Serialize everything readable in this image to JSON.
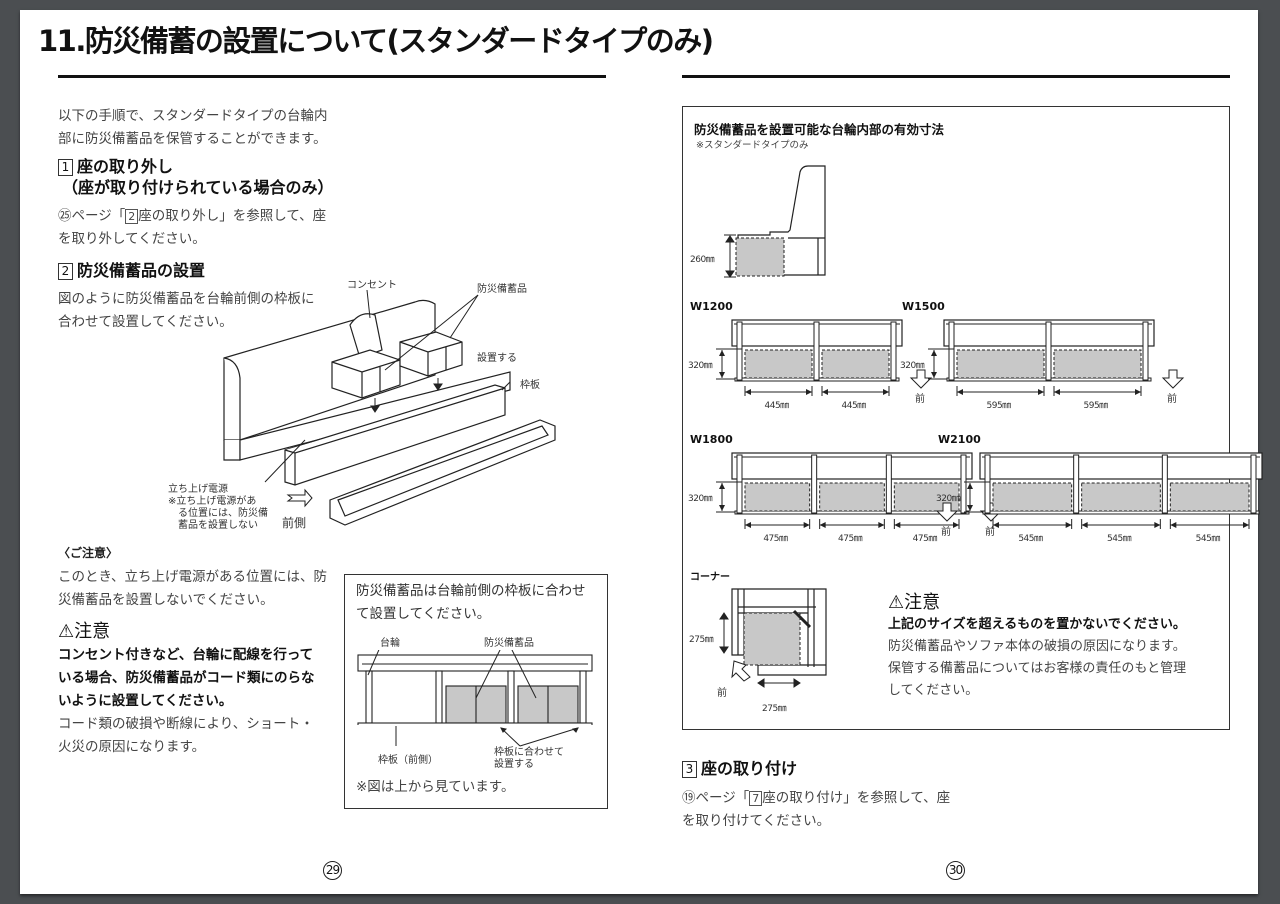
{
  "left_page": {
    "title": "11.防災備蓄の設置について(スタンダードタイプのみ)",
    "intro": [
      "以下の手順で、スタンダードタイプの台輪内",
      "部に防災備蓄品を保管することができます。"
    ],
    "step1": {
      "number": "1",
      "heading_line1": "座の取り外し",
      "heading_line2": "（座が取り付けられている場合のみ）",
      "body_line1_prefix": "㉕ページ「",
      "body_line1_ref": "2",
      "body_line1_suffix": "座の取り外し」を参照して、座",
      "body_line2": "を取り外してください。"
    },
    "step2": {
      "number": "2",
      "heading": "防災備蓄品の設置",
      "body": [
        "図のように防災備蓄品を台輪前側の枠板に",
        "合わせて設置してください。"
      ]
    },
    "illustration_labels": {
      "outlet": "コンセント",
      "supplies": "防災備蓄品",
      "install": "設置する",
      "frame_board": "枠板",
      "power_riser": "立ち上げ電源",
      "power_riser_note": [
        "※立ち上げ電源があ",
        "る位置には、防災備",
        "蓄品を設置しない"
      ],
      "front_side": "前側"
    },
    "notice": {
      "heading": "〈ご注意〉",
      "body": [
        "このとき、立ち上げ電源がある位置には、防",
        "災備蓄品を設置しないでください。"
      ]
    },
    "caution": {
      "heading": "⚠注意",
      "bold": [
        "コンセント付きなど、台輪に配線を行って",
        "いる場合、防災備蓄品がコード類にのらな",
        "いように設置してください。"
      ],
      "body": [
        "コード類の破損や断線により、ショート・",
        "火災の原因になります。"
      ]
    },
    "topview_box": {
      "text": [
        "防災備蓄品は台輪前側の枠板に合わせ",
        "て設置してください。"
      ],
      "label_base": "台輪",
      "label_supplies": "防災備蓄品",
      "label_front_board": "枠板（前側）",
      "label_align": [
        "枠板に合わせて",
        "設置する"
      ],
      "note": "※図は上から見ています。"
    },
    "page_number": "29"
  },
  "right_page": {
    "dimensions_box": {
      "title": "防災備蓄品を設置可能な台輪内部の有効寸法",
      "subtitle": "※スタンダードタイプのみ",
      "side_height": "260㎜",
      "front_label": "前",
      "models": [
        {
          "name": "W1200",
          "height": "320㎜",
          "widths": [
            "445㎜",
            "445㎜"
          ]
        },
        {
          "name": "W1500",
          "height": "320㎜",
          "widths": [
            "595㎜",
            "595㎜"
          ]
        },
        {
          "name": "W1800",
          "height": "320㎜",
          "widths": [
            "475㎜",
            "475㎜",
            "475㎜"
          ]
        },
        {
          "name": "W2100",
          "height": "320㎜",
          "widths": [
            "545㎜",
            "545㎜",
            "545㎜"
          ]
        }
      ],
      "corner": {
        "name": "コーナー",
        "depth": "275㎜",
        "width": "275㎜"
      },
      "caution": {
        "heading": "⚠注意",
        "bold": "上記のサイズを超えるものを置かないでください。",
        "body": [
          "防災備蓄品やソファ本体の破損の原因になります。",
          "保管する備蓄品についてはお客様の責任のもと管理",
          "してください。"
        ]
      }
    },
    "step3": {
      "number": "3",
      "heading": "座の取り付け",
      "body_line1_prefix": "⑲ページ「",
      "body_line1_ref": "7",
      "body_line1_suffix": "座の取り付け」を参照して、座",
      "body_line2": "を取り付けてください。"
    },
    "page_number": "30"
  },
  "colors": {
    "background": "#4b4e51",
    "page": "#ffffff",
    "fill_area": "#c8c8c8",
    "text": "#333333"
  }
}
